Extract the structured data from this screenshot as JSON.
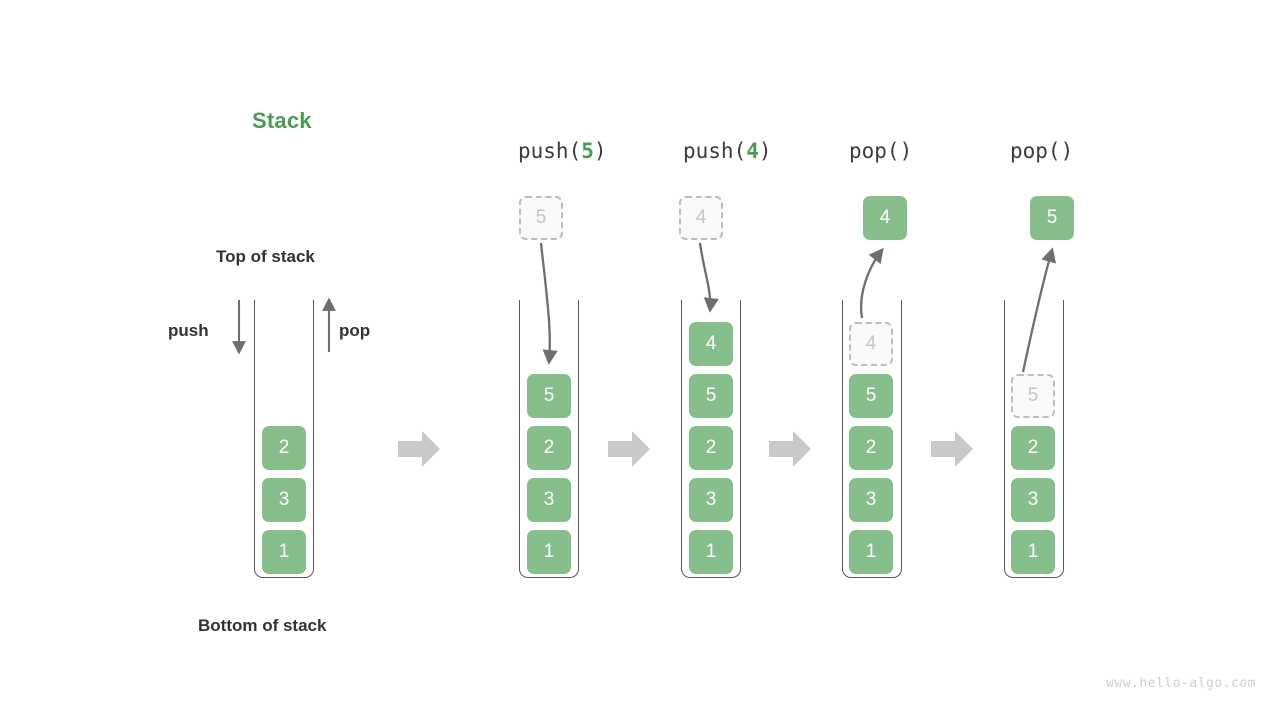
{
  "diagram": {
    "title": "Stack",
    "title_color": "#4a9d52",
    "top_label": "Top of stack",
    "bottom_label": "Bottom of stack",
    "push_label": "push",
    "pop_label": "pop",
    "watermark": "www.hello-algo.com",
    "element_color": "#86bf8b",
    "ghost_color": "#bdbdbd",
    "arrow_color": "#6e6e6e",
    "transition_arrow_color": "#c9c9c9"
  },
  "columns": [
    {
      "name": "initial-stack",
      "caption": null,
      "caption_prefix": null,
      "caption_arg": null,
      "caption_suffix": null,
      "stack": [
        "2",
        "3",
        "1"
      ],
      "ghost_inside": null,
      "ghost_above": null,
      "popped_above": null
    },
    {
      "name": "after-push-5",
      "caption": "push(5)",
      "caption_prefix": "push(",
      "caption_arg": "5",
      "caption_suffix": ")",
      "stack": [
        "5",
        "2",
        "3",
        "1"
      ],
      "ghost_inside": null,
      "ghost_above": "5",
      "popped_above": null
    },
    {
      "name": "after-push-4",
      "caption": "push(4)",
      "caption_prefix": "push(",
      "caption_arg": "4",
      "caption_suffix": ")",
      "stack": [
        "4",
        "5",
        "2",
        "3",
        "1"
      ],
      "ghost_inside": null,
      "ghost_above": "4",
      "popped_above": null
    },
    {
      "name": "after-pop-4",
      "caption": "pop()",
      "caption_prefix": "pop()",
      "caption_arg": null,
      "caption_suffix": null,
      "stack": [
        "5",
        "2",
        "3",
        "1"
      ],
      "ghost_inside": "4",
      "ghost_above": null,
      "popped_above": "4"
    },
    {
      "name": "after-pop-5",
      "caption": "pop()",
      "caption_prefix": "pop()",
      "caption_arg": null,
      "caption_suffix": null,
      "stack": [
        "2",
        "3",
        "1"
      ],
      "ghost_inside": "5",
      "ghost_above": null,
      "popped_above": "5"
    }
  ]
}
